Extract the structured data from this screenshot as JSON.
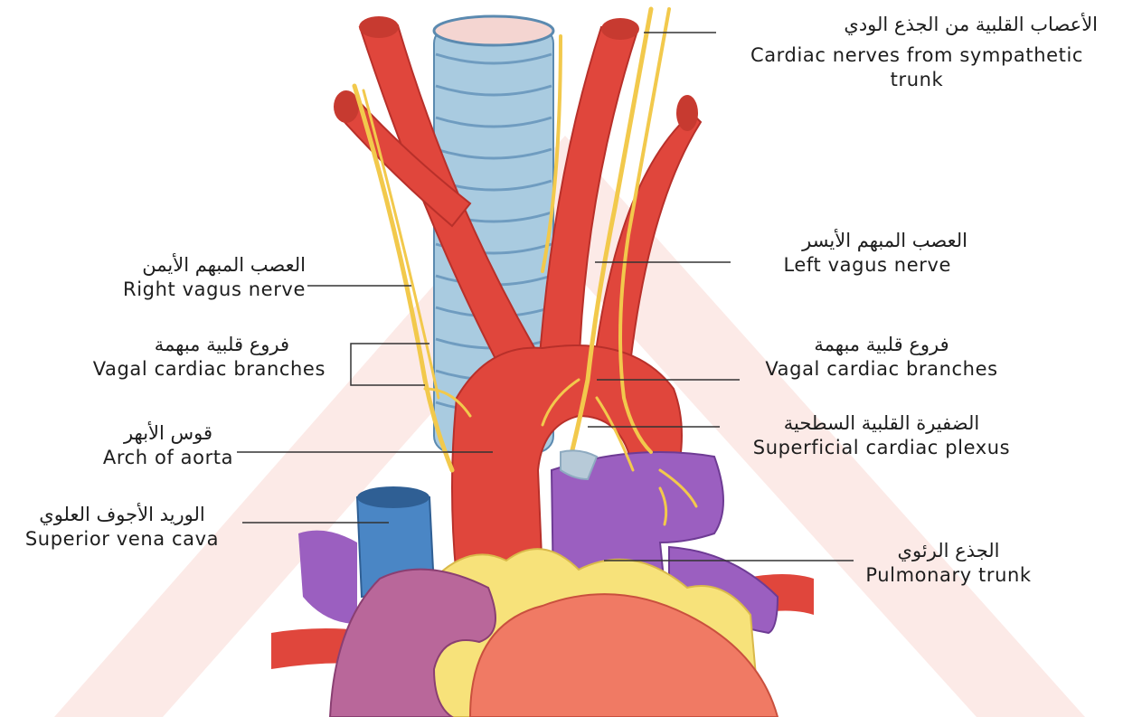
{
  "labels": {
    "cardiac_nerves": {
      "ar": "الأعصاب القلبية من الجذع الودي",
      "en": "Cardiac nerves from sympathetic",
      "en2": "trunk"
    },
    "left_vagus": {
      "ar": "العصب المبهم الأيسر",
      "en": "Left vagus nerve"
    },
    "right_vagus": {
      "ar": "العصب المبهم الأيمن",
      "en": "Right vagus nerve"
    },
    "vagal_branches_left": {
      "ar": "فروع قلبية مبهمة",
      "en": "Vagal cardiac branches"
    },
    "vagal_branches_right": {
      "ar": "فروع قلبية مبهمة",
      "en": "Vagal cardiac branches"
    },
    "arch_of_aorta": {
      "ar": "قوس الأبهر",
      "en": "Arch of aorta"
    },
    "superficial_plexus": {
      "ar": "الضفيرة القلبية السطحية",
      "en": "Superficial cardiac plexus"
    },
    "svc": {
      "ar": "الوريد الأجوف العلوي",
      "en": "Superior vena cava"
    },
    "pulmonary_trunk": {
      "ar": "الجذع الرئوي",
      "en": "Pulmonary trunk"
    }
  },
  "colors": {
    "artery": "#e0463c",
    "trachea": "#a9cbe0",
    "nerve": "#f2c94c",
    "vein": "#4a86c5",
    "pulmonary": "#9b5fc0",
    "fat": "#f7e27a",
    "heart": "#f07a64"
  }
}
